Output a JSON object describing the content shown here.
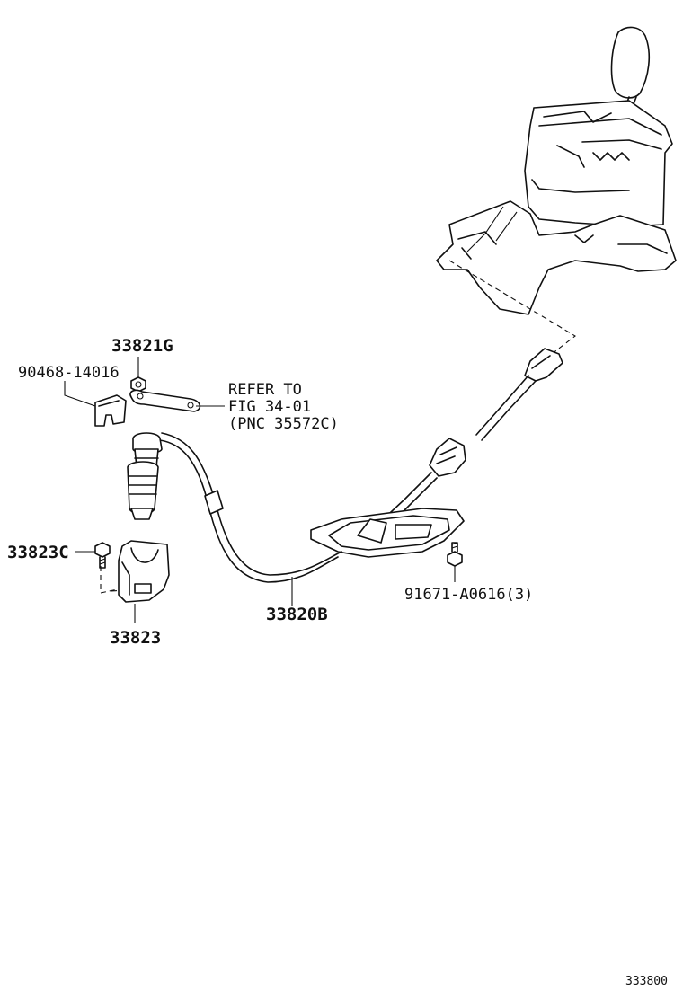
{
  "labels": {
    "part_33821g": "33821G",
    "part_90468": "90468-14016",
    "refer_line1": "REFER TO",
    "refer_line2": "FIG 34-01",
    "refer_line3": "(PNC 35572C)",
    "part_33823c": "33823C",
    "part_33823": "33823",
    "part_33820b": "33820B",
    "part_91671": "91671-A0616(3)"
  },
  "footer": {
    "diagram_id": "333800"
  }
}
